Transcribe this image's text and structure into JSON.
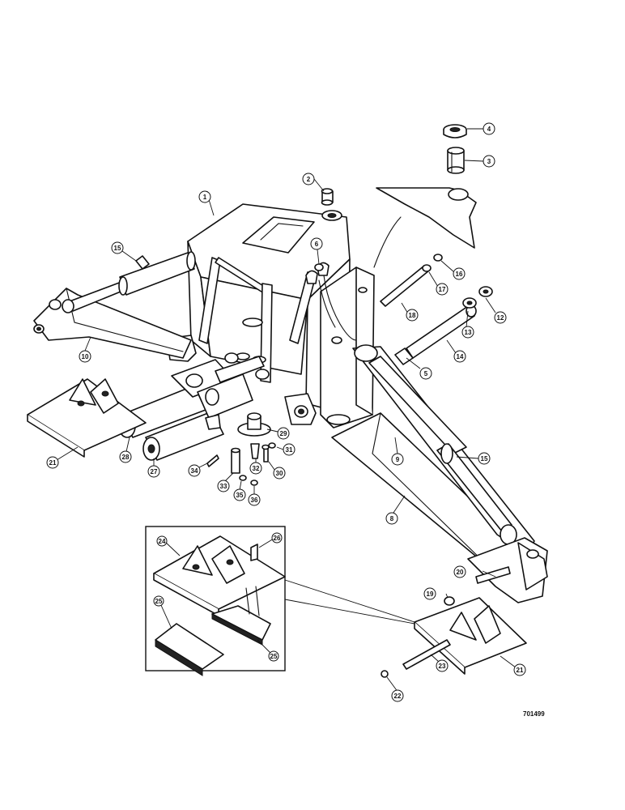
{
  "drawing_number": "701499",
  "callouts": [
    {
      "id": "c1",
      "label": "1"
    },
    {
      "id": "c2",
      "label": "2"
    },
    {
      "id": "c3",
      "label": "3"
    },
    {
      "id": "c4",
      "label": "4"
    },
    {
      "id": "c5",
      "label": "5"
    },
    {
      "id": "c6",
      "label": "6"
    },
    {
      "id": "c8",
      "label": "8"
    },
    {
      "id": "c9",
      "label": "9"
    },
    {
      "id": "c10",
      "label": "10"
    },
    {
      "id": "c12",
      "label": "12"
    },
    {
      "id": "c13",
      "label": "13"
    },
    {
      "id": "c14",
      "label": "14"
    },
    {
      "id": "c15",
      "label": "15"
    },
    {
      "id": "c15b",
      "label": "15"
    },
    {
      "id": "c16",
      "label": "16"
    },
    {
      "id": "c17",
      "label": "17"
    },
    {
      "id": "c18",
      "label": "18"
    },
    {
      "id": "c19",
      "label": "19"
    },
    {
      "id": "c20",
      "label": "20"
    },
    {
      "id": "c21",
      "label": "21"
    },
    {
      "id": "c21b",
      "label": "21"
    },
    {
      "id": "c22",
      "label": "22"
    },
    {
      "id": "c23",
      "label": "23"
    },
    {
      "id": "c24",
      "label": "24"
    },
    {
      "id": "c25a",
      "label": "25"
    },
    {
      "id": "c25b",
      "label": "25"
    },
    {
      "id": "c26",
      "label": "26"
    },
    {
      "id": "c27",
      "label": "27"
    },
    {
      "id": "c28",
      "label": "28"
    },
    {
      "id": "c29",
      "label": "29"
    },
    {
      "id": "c30",
      "label": "30"
    },
    {
      "id": "c31",
      "label": "31"
    },
    {
      "id": "c32",
      "label": "32"
    },
    {
      "id": "c33",
      "label": "33"
    },
    {
      "id": "c34",
      "label": "34"
    },
    {
      "id": "c35",
      "label": "35"
    },
    {
      "id": "c36",
      "label": "36"
    }
  ]
}
